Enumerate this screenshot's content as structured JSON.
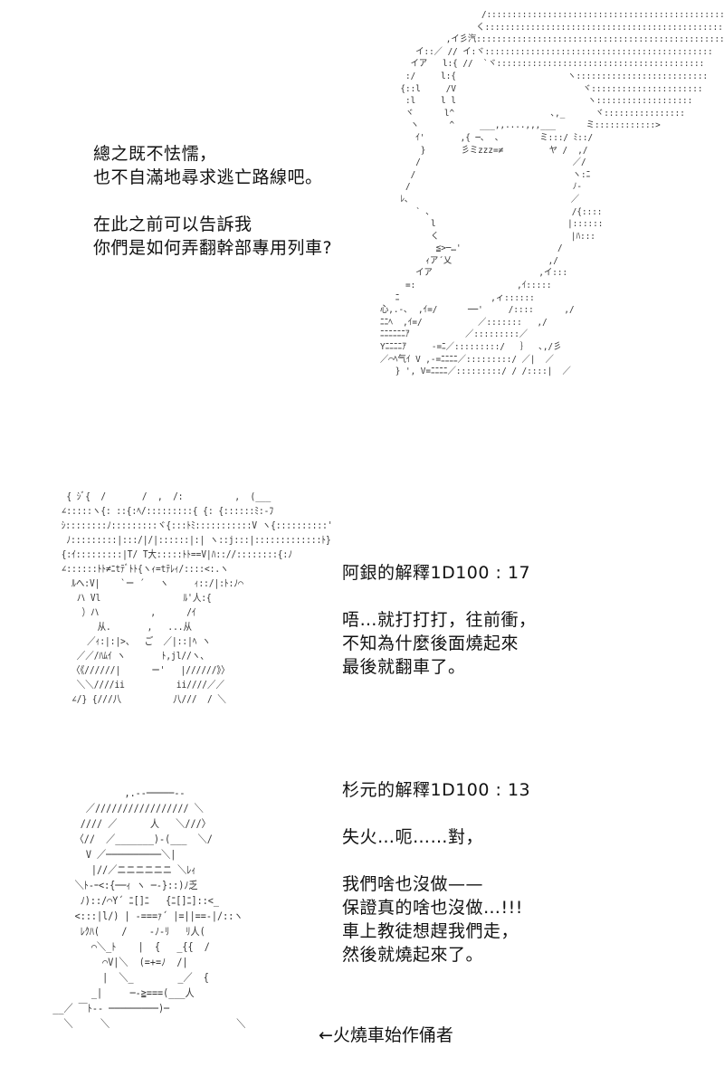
{
  "dialogue_1": {
    "lines": [
      "總之既不怯懦，",
      "也不自滿地尋求逃亡路線吧。",
      "",
      "在此之前可以告訴我",
      "你們是如何弄翻幹部專用列車?"
    ]
  },
  "dialogue_2": {
    "roll": "阿銀的解釋1D100 : 17",
    "lines": [
      "唔…就打打打，往前衝，",
      "不知為什麼後面燒起來",
      "最後就翻車了。"
    ]
  },
  "dialogue_3": {
    "roll": "杉元的解釋1D100 : 13",
    "line_1": "失火…呃……對，",
    "lines": [
      "我們啥也沒做——",
      "保證真的啥也沒做…!!!",
      "車上教徒想趕我們走，",
      "然後就燒起來了。"
    ]
  },
  "caption": "←火燒車始作俑者",
  "art": {
    "man": "                         /::::::::::::::::::::::::::::::::::::::::::::::::\n                        く:::::::::::::::::::::::::::::::::::::::::::::::::\n                  ,イ彡汽::::::::::::::::::::::::::::::::::::::::::::::::::\n            イ::／ // イ:ヾ:::::::::::::::::::::::::::::::::::::::::::::\n           イア   l:{ //  `ヾ:::::::::::::::::::::::::::::::::::::::::\n          :/     l:{                      ヽ::::::::::::::::::::::::::\n         {::l     /V                         ヾ::::::::::::::::::::::\n          :l     l l                          ヽ:::::::::::::::::::\n          ヾ      l^                   ､,_      ヾ::::::::::::::::\n           ヽ      ^     ___,,....,,,___      ミ::::::::::::>\n            ｲ'       ,{ ─､  ､        ミ:::/ ﾐ::/\n             }       彡ミzzz=≠         ヤ /  ,/\n            /                              ／/\n           /                               ヽ:ﾆ\n          /                                ﾉ-\n         ﾚ､                                ／\n            ` ､                            /{::::\n               l                          |::::::\n               く                          |ﾊ:::\n                ≦>─…'                   /\n              ｨア´乂                   ,/\n            イア                     ,イ:::\n          =:                    ,ｲ:::::\n        ﾆ                  ,ィ::::::\n     心,.-､  ,ｲ=/      ──'     /::::      ,/\n     ﾆﾆﾍ  ,ｲ=/           ／:::::::   ,/\n     ﾆﾆﾆﾆﾆﾆｱ           ／:::::::::／\n     Yﾆﾆﾆﾆｱ     -=ﾆ／:::::::::/   ｝  ､,/彡\n     ／⌒ﾍ气ｲ V ,-=ﾆﾆﾆﾆ／:::::::::/ ／|  ／\n        } ', V=ﾆﾆﾆﾆ／:::::::::/ / /::::|  ／",
    "gintoki": "  { ｼﾞ{  /       /  ,  /:          ,  (___\n ∠:::::ヽ{: ::{:ﾍ/:::::::::{ {: {::::::ﾐ:-ﾌ\n ｼ::::::::ﾉ:::::::::ヾ{:::ﾄﾐ:::::::::::V ヽ{::::::::::'\n  ﾉ:::::::::|:::/|/|::::::|:| ヽ::j:::|:::::::::::::ﾄ}\n {:ｲ:::::::::|T/ T大:::::ﾄﾄ==V|ﾊ:://::::::::{:ﾉ\n ∠::::::ﾄﾄ≠ﾆtﾃﾞﾄﾄ{ヽｨ=tﾃﾚｨ/::::<:.ヽ\n   ﾙヘ:V|    `ー ´   ヽ     ｨ::/|:ﾄ:ﾉ⌒\n    ハ Vl                ﾙ'人:{\n     ）ハ          ,      /ｲ\n        从.       ,   ...从\n      ／ｨ:|:|>、  ご  ／|::|ﾍ ヽ\n    ／／/ﾊﾑｲ ヽ       ﾄ,jl//ヽ、\n   〈《//////|      ー'   |//////》〉\n    ＼＼////ii          ii////／／\n   ∠/} {///八          八///  / ＼",
    "sugimoto": "                ,.--─────--\n         ／///////////////// ＼\n        //// ／      人   ＼///〉\n       〈//  ／_______)-(___  ＼/\n         V ／──────────＼|\n          |//／ニニニニニニ ＼ﾚｨ\n       ＼ﾄ-ｰ<:{──ｨ ヽ ─-}::)ﾉ乏\n        ﾉ)::/⌒Y´ ﾆ[]ﾆ   {ﾆ[]ﾆ]::<_\n       <:::|l/) | -===ｧ´ |=||==-|/::ヽ\n        ﾚｸﾊ(    /    -ﾉ-ﾘ   ﾘ人(\n          ⌒＼_ﾄ    |  {   _{{  /\n            ⌒V|＼  (=+=ﾉ  /|\n            |  ＼_        _／  {\n          _|     ─-≧===(___人\n   __／ ￣ﾄ-‐ ─────────)─\n     ＼     ＼                       ＼"
  }
}
